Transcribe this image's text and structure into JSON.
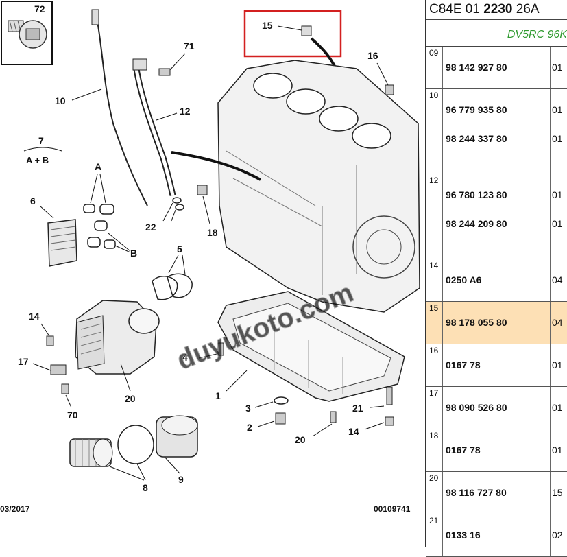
{
  "diagram": {
    "date": "03/2017",
    "ref": "00109741",
    "watermark": "duyukoto.com",
    "callouts": [
      "72",
      "15",
      "71",
      "16",
      "10",
      "12",
      "7",
      "A + B",
      "A",
      "6",
      "B",
      "22",
      "18",
      "5",
      "14",
      "17",
      "20",
      "4",
      "1",
      "3",
      "21",
      "2",
      "70",
      "14",
      "8",
      "9",
      "20"
    ]
  },
  "parts_list": {
    "code_prefix": "C84E 01",
    "code_bold": "2230",
    "code_suffix": "26A",
    "engine": "DV5RC 96K",
    "highlight_color": "#fde0b5",
    "rows": [
      {
        "idx": "09",
        "parts": [
          {
            "pn": "98 142 927 80",
            "qty": "01"
          }
        ]
      },
      {
        "idx": "10",
        "parts": [
          {
            "pn": "96 779 935 80",
            "qty": "01"
          },
          {
            "pn": "98 244 337 80",
            "qty": "01"
          }
        ]
      },
      {
        "idx": "12",
        "parts": [
          {
            "pn": "96 780 123 80",
            "qty": "01"
          },
          {
            "pn": "98 244 209 80",
            "qty": "01"
          }
        ]
      },
      {
        "idx": "14",
        "parts": [
          {
            "pn": "0250 A6",
            "qty": "04"
          }
        ]
      },
      {
        "idx": "15",
        "parts": [
          {
            "pn": "98 178 055 80",
            "qty": "04"
          }
        ]
      },
      {
        "idx": "16",
        "parts": [
          {
            "pn": "0167 78",
            "qty": "01"
          }
        ]
      },
      {
        "idx": "17",
        "parts": [
          {
            "pn": "98 090 526 80",
            "qty": "01"
          }
        ]
      },
      {
        "idx": "18",
        "parts": [
          {
            "pn": "0167 78",
            "qty": "01"
          }
        ]
      },
      {
        "idx": "20",
        "parts": [
          {
            "pn": "98 116 727 80",
            "qty": "15"
          }
        ]
      },
      {
        "idx": "21",
        "parts": [
          {
            "pn": "0133 16",
            "qty": "02"
          }
        ]
      }
    ]
  }
}
